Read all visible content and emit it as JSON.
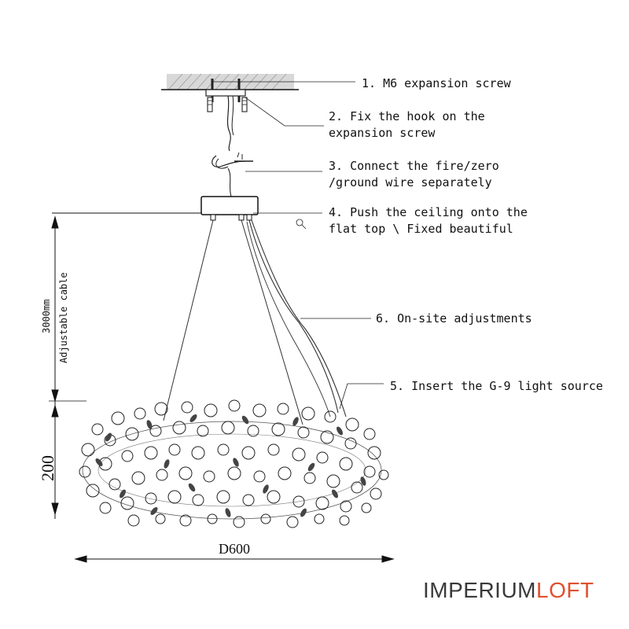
{
  "callouts": [
    {
      "id": "c1",
      "lines": [
        "1. M6 expansion screw"
      ]
    },
    {
      "id": "c2",
      "lines": [
        "2. Fix the hook on the",
        "expansion screw"
      ]
    },
    {
      "id": "c3",
      "lines": [
        "3. Connect the fire/zero",
        "/ground wire separately"
      ]
    },
    {
      "id": "c4",
      "lines": [
        "4. Push the ceiling onto the",
        "flat top \\ Fixed beautiful"
      ]
    },
    {
      "id": "c6",
      "lines": [
        "6. On-site adjustments"
      ]
    },
    {
      "id": "c5",
      "lines": [
        "5. Insert the G-9 light source"
      ]
    }
  ],
  "dimensions": {
    "cable_length": "3000mm",
    "cable_note": "Adjustable cable",
    "height": "200",
    "diameter": "D600"
  },
  "brand": {
    "part1": "IMPERIUM",
    "part2": "LOFT",
    "color1": "#3a3a3a",
    "color2": "#e0502e"
  }
}
